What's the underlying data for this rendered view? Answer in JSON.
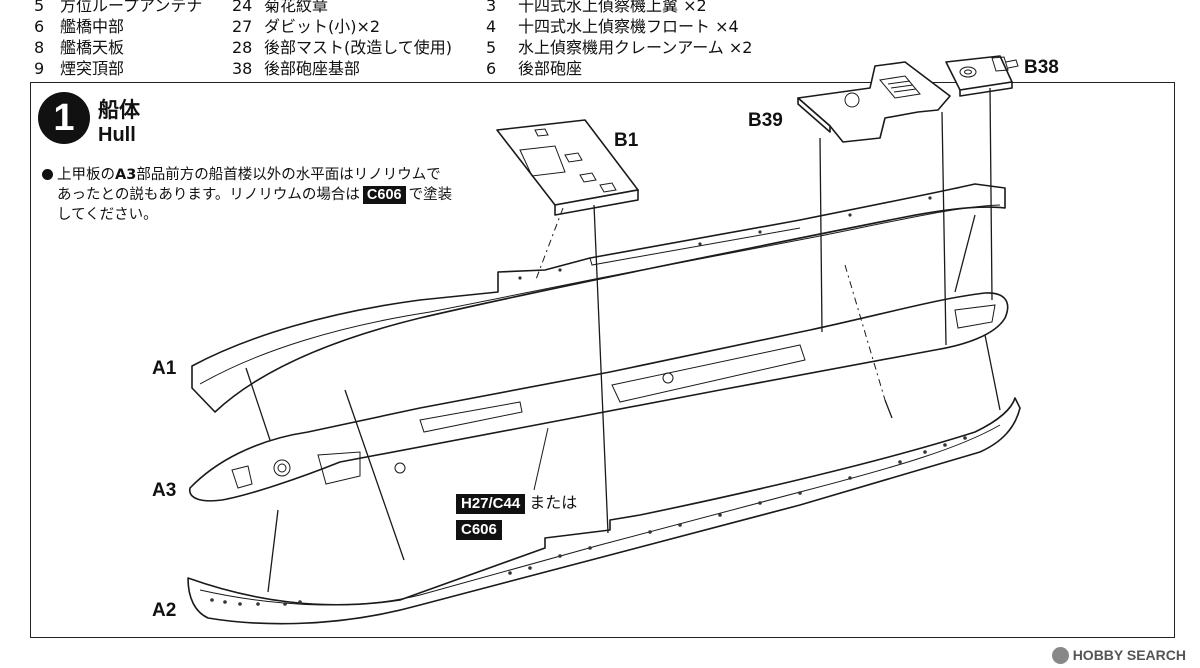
{
  "parts_list": {
    "col1": [
      {
        "num": "5",
        "name": "方位ループアンテナ"
      },
      {
        "num": "6",
        "name": "艦橋中部"
      },
      {
        "num": "8",
        "name": "艦橋天板"
      },
      {
        "num": "9",
        "name": "煙突頂部"
      }
    ],
    "col2": [
      {
        "num": "24",
        "name": "菊花紋章"
      },
      {
        "num": "27",
        "name": "ダビット(小)×2"
      },
      {
        "num": "28",
        "name": "後部マスト(改造して使用)"
      },
      {
        "num": "38",
        "name": "後部砲座基部"
      }
    ],
    "col3": [
      {
        "num": "3",
        "name": "十四式水上偵察機上翼 ×2"
      },
      {
        "num": "4",
        "name": "十四式水上偵察機フロート ×4"
      },
      {
        "num": "5",
        "name": "水上偵察機用クレーンアーム ×2"
      },
      {
        "num": "6",
        "name": "後部砲座"
      }
    ]
  },
  "step": {
    "number": "1",
    "title_jp": "船体",
    "title_en": "Hull"
  },
  "note": {
    "part_1": "上甲板の",
    "part_ref": "A3",
    "part_2": "部品前方の船首楼以外の水平面はリノリウムで",
    "line2_pre": "あったとの説もあります。リノリウムの場合は",
    "color_code": "C606",
    "line2_post": "で塗装",
    "line3": "してください。"
  },
  "parts": {
    "a1": "A1",
    "a3": "A3",
    "a2": "A2",
    "b1": "B1",
    "b39": "B39",
    "b38": "B38"
  },
  "paint": {
    "code_1": "H27/C44",
    "connector": "または",
    "code_2": "C606"
  },
  "watermark": "HOBBY SEARCH",
  "icons": {
    "step_badge": "circle-number-icon",
    "note_bullet": "bullet-icon",
    "watermark_logo": "hobby-search-logo-icon"
  }
}
